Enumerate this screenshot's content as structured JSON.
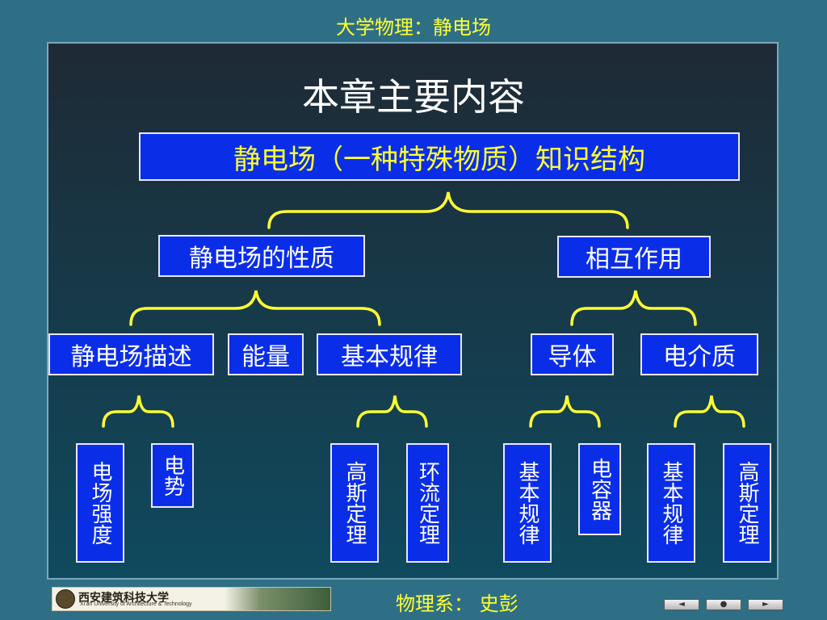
{
  "header": {
    "course_title": "大学物理：静电场"
  },
  "slide": {
    "title": "本章主要内容",
    "root": "静电场（一种特殊物质）知识结构",
    "level1": [
      "静电场的性质",
      "相互作用"
    ],
    "level2": [
      "静电场描述",
      "能量",
      "基本规律",
      "导体",
      "电介质"
    ],
    "leaves": [
      "电场强度",
      "电势",
      "高斯定理",
      "环流定理",
      "基本规律",
      "电容器",
      "基本规律",
      "高斯定理"
    ]
  },
  "footer": {
    "author": "物理系： 史彭",
    "logo_text": "西安建筑科技大学",
    "logo_subtitle": "Xi'an University of Architecture & Technology",
    "nav": {
      "prev_icon": "◄",
      "home_icon": "●",
      "next_icon": "►"
    }
  },
  "colors": {
    "background": "#2f6f86",
    "box_fill": "#0a2ee8",
    "accent_yellow": "#ffff33",
    "brace": "#ffff33"
  }
}
